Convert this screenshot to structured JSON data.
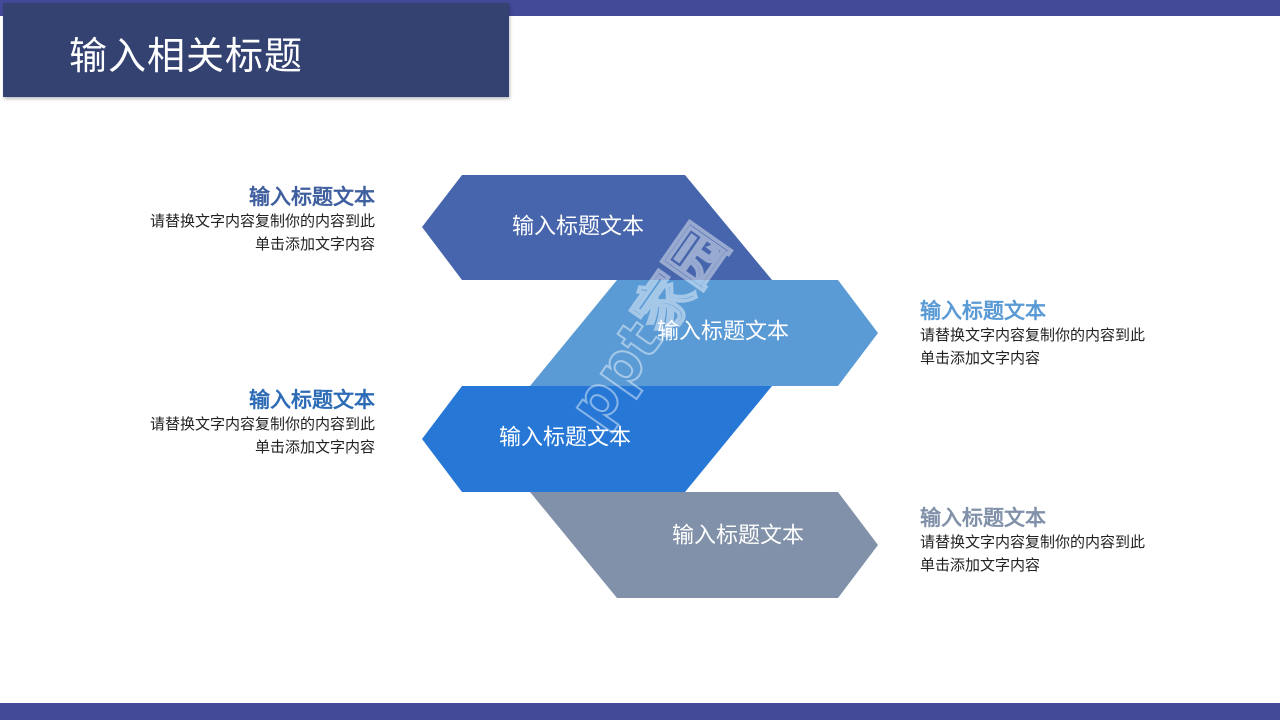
{
  "slide": {
    "title": "输入相关标题",
    "colors": {
      "bar": "#434a98",
      "title_bg": "#334271",
      "shape1": "#4665ac",
      "shape2": "#5b9bd5",
      "shape3": "#2778d6",
      "shape4": "#8191a9",
      "heading1": "#3f5f9f",
      "heading2": "#5b9bd5",
      "heading3": "#2e6db6",
      "heading4": "#8191a9"
    }
  },
  "shapes": [
    {
      "label": "输入标题文本"
    },
    {
      "label": "输入标题文本"
    },
    {
      "label": "输入标题文本"
    },
    {
      "label": "输入标题文本"
    }
  ],
  "descriptions": [
    {
      "heading": "输入标题文本",
      "line1": "请替换文字内容复制你的内容到此",
      "line2": "单击添加文字内容"
    },
    {
      "heading": "输入标题文本",
      "line1": "请替换文字内容复制你的内容到此",
      "line2": "单击添加文字内容"
    },
    {
      "heading": "输入标题文本",
      "line1": "请替换文字内容复制你的内容到此",
      "line2": "单击添加文字内容"
    },
    {
      "heading": "输入标题文本",
      "line1": "请替换文字内容复制你的内容到此",
      "line2": "单击添加文字内容"
    }
  ],
  "watermark": "ppt家园"
}
